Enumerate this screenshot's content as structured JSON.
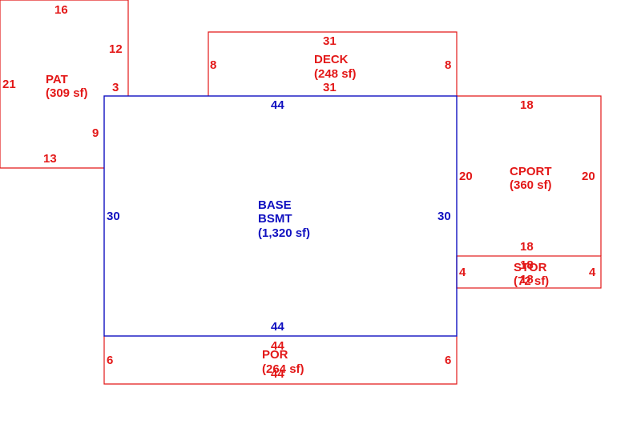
{
  "colors": {
    "exterior": "#e31818",
    "main": "#1010c0"
  },
  "areas": {
    "pat": {
      "name": "PAT",
      "area": "(309 sf)"
    },
    "deck": {
      "name": "DECK",
      "area": "(248 sf)"
    },
    "base": {
      "name1": "BASE",
      "name2": "BSMT",
      "area": "(1,320 sf)"
    },
    "cport": {
      "name": "CPORT",
      "area": "(360 sf)"
    },
    "stor": {
      "name": "STOR",
      "area": "(72 sf)"
    },
    "por": {
      "name": "POR",
      "area": "(264 sf)"
    }
  },
  "dimensions": {
    "pat": {
      "top": "16",
      "left": "21",
      "right_upper": "12",
      "notch": "3",
      "right_lower": "9",
      "bottom": "13"
    },
    "deck": {
      "top": "31",
      "bottom": "31",
      "left": "8",
      "right": "8"
    },
    "base": {
      "top": "44",
      "bottom": "44",
      "left": "30",
      "right": "30"
    },
    "cport": {
      "top": "18",
      "bottom": "18",
      "left": "20",
      "right": "20"
    },
    "stor": {
      "top": "18",
      "bottom": "18",
      "left": "4",
      "right": "4"
    },
    "por": {
      "top": "44",
      "bottom": "44",
      "left": "6",
      "right": "6"
    }
  }
}
